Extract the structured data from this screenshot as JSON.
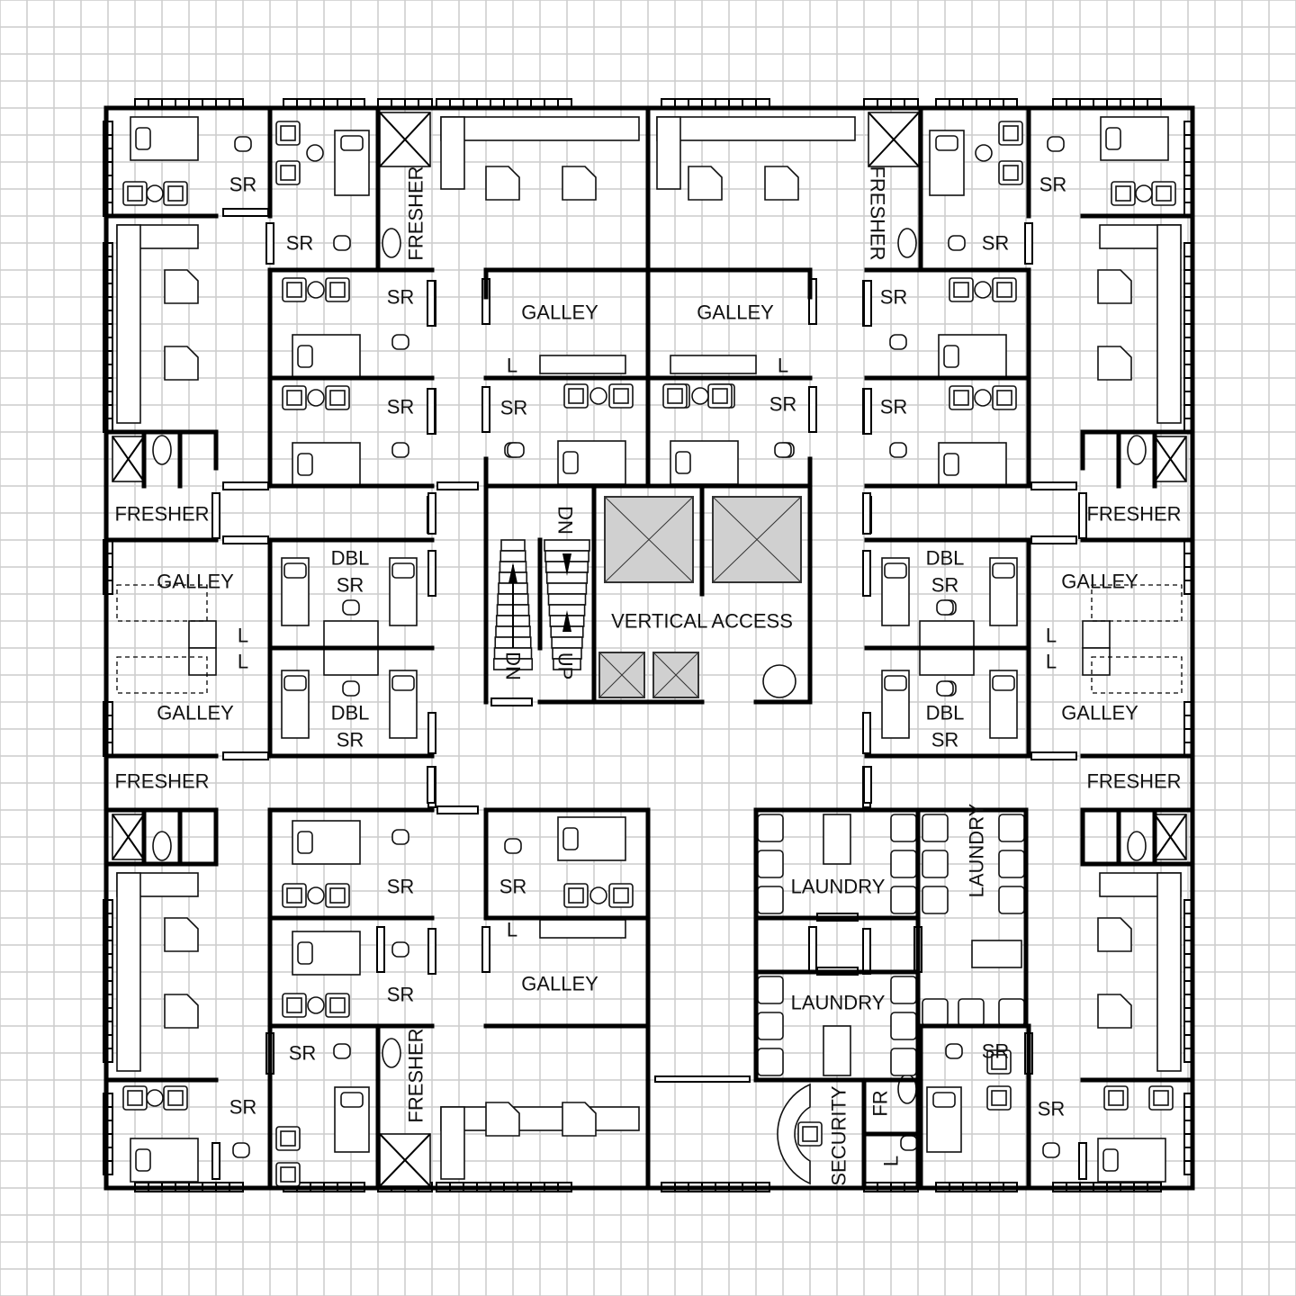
{
  "title": "Floor plan",
  "colors": {
    "grid": "#cccccc",
    "wall": "#000000",
    "elevator": "#d0d0d0",
    "background": "#ffffff"
  },
  "rooms": [
    "SR",
    "SR",
    "FRESHER",
    "SR",
    "SR",
    "GALLEY",
    "GALLEY",
    "L",
    "L",
    "SR",
    "SR",
    "FRESHER",
    "SR",
    "SR",
    "SR",
    "SR",
    "FRESHER",
    "FRESHER",
    "GALLEY",
    "DBL",
    "SR",
    "DBL",
    "SR",
    "GALLEY",
    "L",
    "L",
    "L",
    "L",
    "GALLEY",
    "DBL",
    "SR",
    "DBL",
    "SR",
    "GALLEY",
    "FRESHER",
    "FRESHER",
    "VERTICAL ACCESS",
    "DN",
    "DN",
    "UP",
    "SR",
    "SR",
    "LAUNDRY",
    "LAUNDRY",
    "L",
    "GALLEY",
    "SR",
    "LAUNDRY",
    "SR",
    "FRESHER",
    "SR",
    "SR",
    "SR",
    "SECURITY",
    "FR",
    "L"
  ]
}
